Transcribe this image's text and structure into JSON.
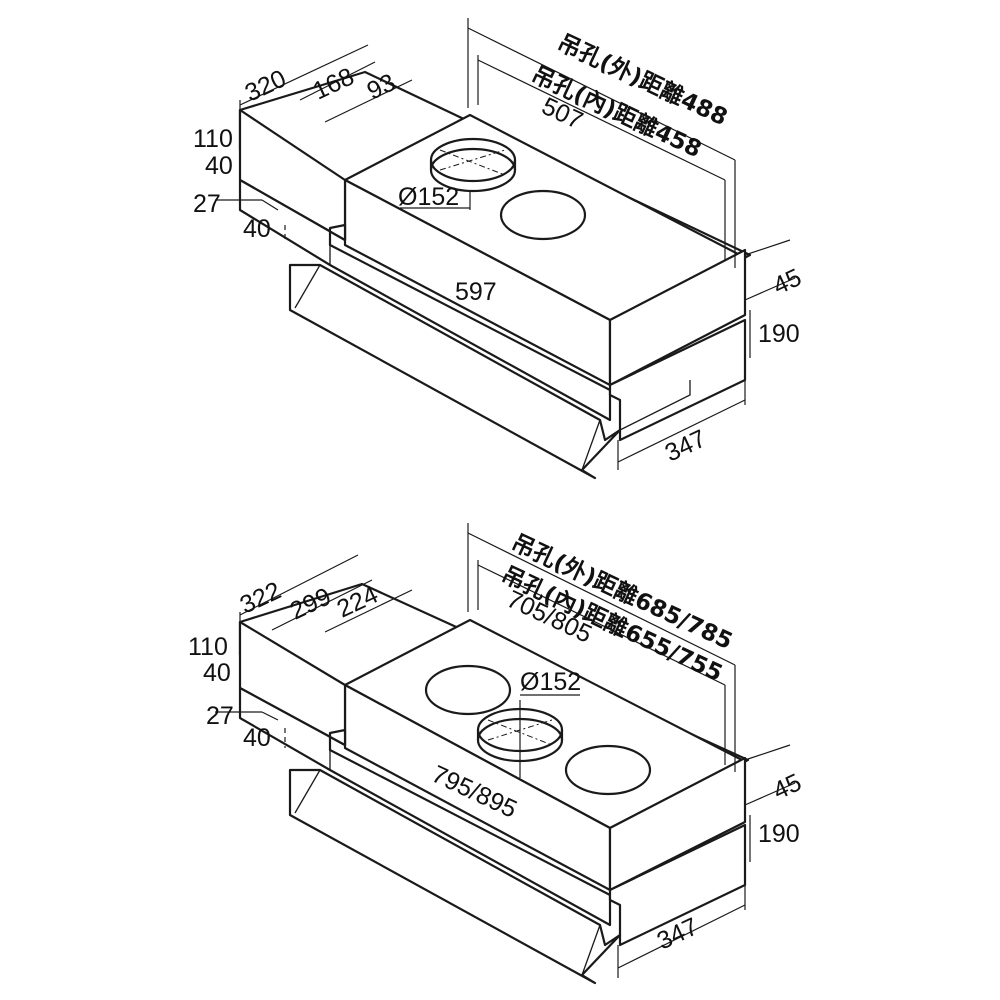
{
  "diagrams": [
    {
      "id": "single-outlet",
      "labels": {
        "d320": "320",
        "d168": "168",
        "d93": "93",
        "d110": "110",
        "d40a": "40",
        "d27": "27",
        "d40b": "40",
        "d152": "Ø152",
        "d507": "507",
        "d597": "597",
        "d45": "45",
        "d190": "190",
        "d347": "347",
        "outer": "吊孔(外)距離488",
        "inner": "吊孔(內)距離458"
      }
    },
    {
      "id": "double-outlet",
      "labels": {
        "d322": "322",
        "d299": "299",
        "d224": "224",
        "d110": "110",
        "d40a": "40",
        "d27": "27",
        "d40b": "40",
        "d152": "Ø152",
        "d705": "705/805",
        "d795": "795/895",
        "d45": "45",
        "d190": "190",
        "d347": "347",
        "outer": "吊孔(外)距離685/785",
        "inner": "吊孔(內)距離655/755"
      }
    }
  ]
}
